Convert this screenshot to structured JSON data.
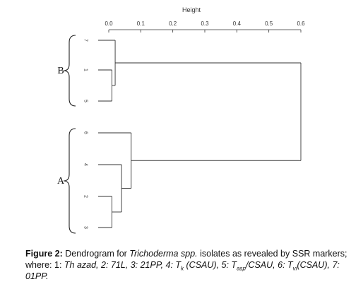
{
  "axis": {
    "label": "Height",
    "ticks": [
      0.0,
      0.1,
      0.2,
      0.3,
      0.4,
      0.5,
      0.6
    ],
    "tick_labels": [
      "0.0",
      "0.1",
      "0.2",
      "0.3",
      "0.4",
      "0.5",
      "0.6"
    ]
  },
  "groups": [
    {
      "label": "B",
      "leaves": [
        "7",
        "1",
        "5"
      ]
    },
    {
      "label": "A",
      "leaves": [
        "6",
        "4",
        "2",
        "3"
      ]
    }
  ],
  "leaves": [
    {
      "id": "7",
      "label": "7"
    },
    {
      "id": "1",
      "label": "1"
    },
    {
      "id": "5",
      "label": "5"
    },
    {
      "id": "6",
      "label": "6"
    },
    {
      "id": "4",
      "label": "4"
    },
    {
      "id": "2",
      "label": "2"
    },
    {
      "id": "3",
      "label": "3"
    }
  ],
  "merges": [
    {
      "id": "m_15",
      "children": [
        "1",
        "5"
      ],
      "height": 0.01
    },
    {
      "id": "m_715",
      "children": [
        "7",
        "m_15"
      ],
      "height": 0.02
    },
    {
      "id": "m_23",
      "children": [
        "2",
        "3"
      ],
      "height": 0.01
    },
    {
      "id": "m_423",
      "children": [
        "4",
        "m_23"
      ],
      "height": 0.04
    },
    {
      "id": "m_6423",
      "children": [
        "6",
        "m_423"
      ],
      "height": 0.07
    },
    {
      "id": "root",
      "children": [
        "m_715",
        "m_6423"
      ],
      "height": 0.6
    }
  ],
  "caption": {
    "figure_label": "Figure 2:",
    "p1": " Dendrogram for ",
    "taxon": "Trichoderma spp.",
    "p2": " isolates as revealed by SSR markers; where: 1: ",
    "k1": "Th azad, 2: 71L, 3: 21PP, 4: T",
    "s1": "k",
    "k2": " (CSAU), 5: T",
    "s2": "asp",
    "k3": "/CSAU, 6: T",
    "s3": "vi",
    "k4": "(CSAU), 7: 01PP."
  },
  "colors": {
    "lines": "#333333",
    "text": "#111111"
  }
}
